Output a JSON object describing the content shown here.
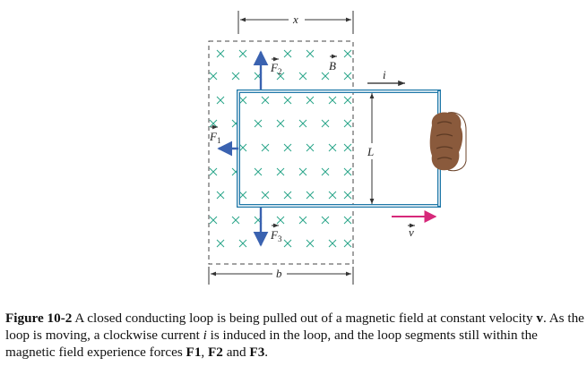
{
  "figure": {
    "labels": {
      "x": "x",
      "b": "b",
      "L": "L",
      "i": "i",
      "B": "B",
      "v": "v",
      "F1": "F",
      "F1_sub": "1",
      "F2": "F",
      "F2_sub": "2",
      "F3": "F",
      "F3_sub": "3"
    },
    "colors": {
      "field_x": "#2aa58a",
      "loop": "#1f78a8",
      "force_arrow": "#3a62b0",
      "velocity_arrow": "#d6287a",
      "hand": "#8a5a3c"
    },
    "icons": [
      "hand-icon"
    ]
  },
  "caption": {
    "label": "Figure 10-2",
    "text_1": " A closed conducting loop is being pulled out of a magnetic field at constant velocity ",
    "v": "v",
    "text_2": ". As the loop is moving, a clockwise current ",
    "i": "i",
    "text_3": " is induced in the loop, and the loop segments still within the magnetic field experience forces ",
    "F1": "F1",
    "sep1": ", ",
    "F2": "F2",
    "sep2": " and ",
    "F3": "F3",
    "text_end": "."
  }
}
